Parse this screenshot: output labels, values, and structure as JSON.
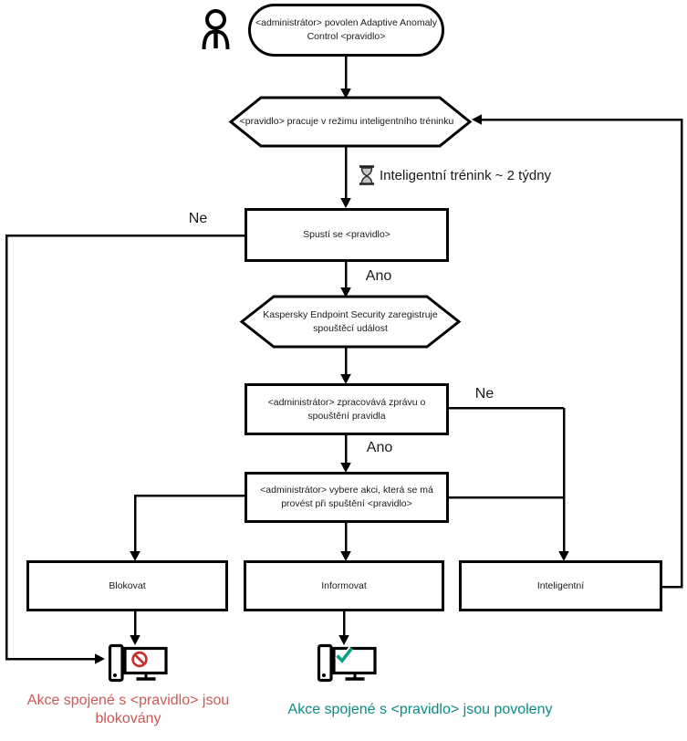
{
  "flowchart": {
    "start": {
      "line1": "<administrátor> povolen Adaptive Anomaly",
      "line2": "Control <pravidlo>"
    },
    "training_state": {
      "label": "<pravidlo> pracuje v režimu inteligentního tréninku"
    },
    "training_duration": {
      "label": "Inteligentní trénink ~ 2 týdny",
      "icon": "hourglass-icon"
    },
    "rule_trigger": {
      "label": "Spustí se <pravidlo>"
    },
    "register_event": {
      "line1": "Kaspersky Endpoint Security zaregistruje",
      "line2": "spouštěcí událost"
    },
    "process_report": {
      "line1": "<administrátor> zpracovává zprávu o",
      "line2": "spouštění pravidla"
    },
    "choose_action": {
      "line1": "<administrátor> vybere akci, která se má",
      "line2": "provést při spuštění <pravidlo>"
    },
    "actions": {
      "block": "Blokovat",
      "inform": "Informovat",
      "smart": "Inteligentní"
    },
    "edge_labels": {
      "no1": "Ne",
      "yes1": "Ano",
      "no2": "Ne",
      "yes2": "Ano"
    },
    "outcomes": {
      "blocked": {
        "line1": "Akce spojené s <pravidlo> jsou",
        "line2": "blokovány",
        "icon": "computer-blocked-icon"
      },
      "allowed": {
        "label": "Akce spojené s <pravidlo> jsou povoleny",
        "icon": "computer-allowed-icon"
      }
    },
    "icons": {
      "actor": "person-icon"
    },
    "colors": {
      "line": "#000000",
      "blocked_text": "#cb5955",
      "allowed_text": "#0a8a88",
      "prohibition": "#c5302c",
      "check": "#0aa186"
    }
  }
}
